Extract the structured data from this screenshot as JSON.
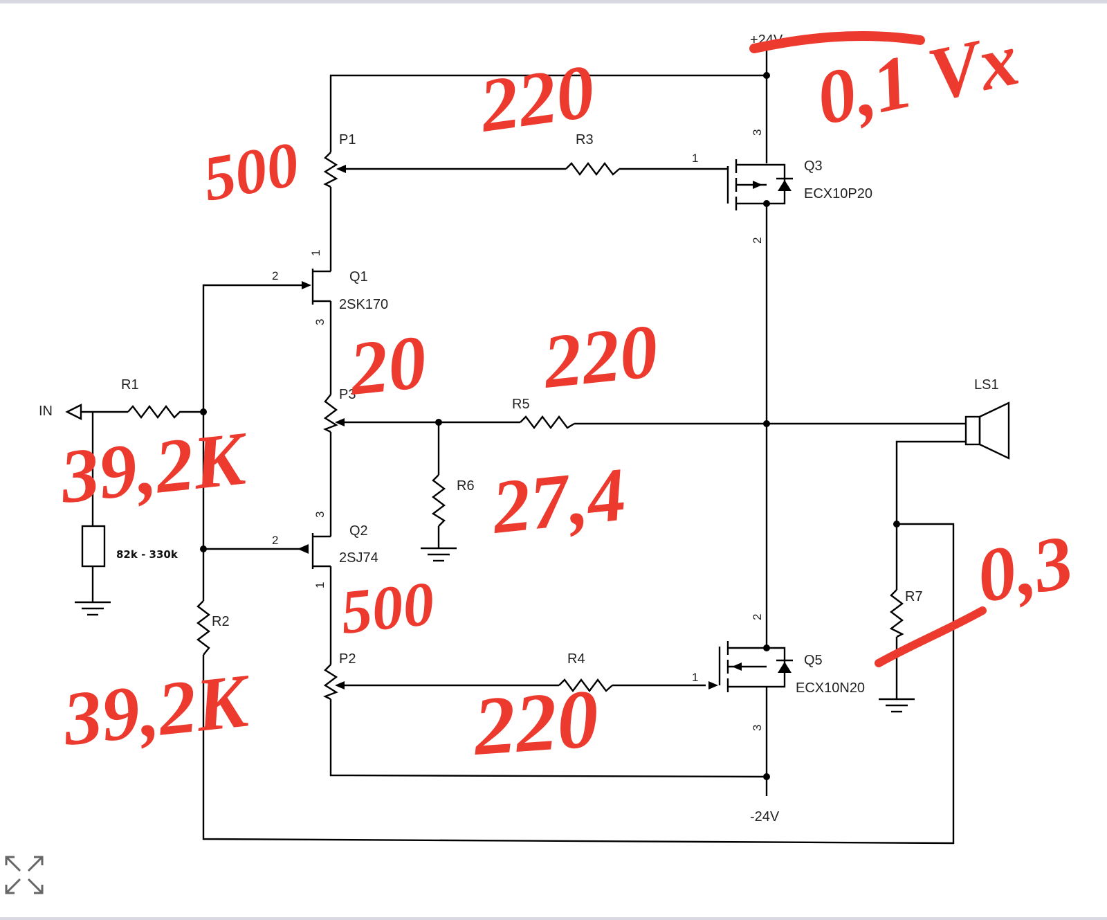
{
  "supply": {
    "positive": "+24V",
    "negative": "-24V"
  },
  "components": {
    "in": "IN",
    "r1": "R1",
    "r2": "R2",
    "r3": "R3",
    "r4": "R4",
    "r5": "R5",
    "r6": "R6",
    "r7": "R7",
    "p1": "P1",
    "p2": "P2",
    "p3": "P3",
    "q1": "Q1",
    "q1_part": "2SK170",
    "q2": "Q2",
    "q2_part": "2SJ74",
    "q3": "Q3",
    "q3_part": "ECX10P20",
    "q5": "Q5",
    "q5_part": "ECX10N20",
    "ls1": "LS1",
    "input_resistor_note": "82k - 330k"
  },
  "pins": {
    "q1_drain": "1",
    "q1_gate": "2",
    "q1_source": "3",
    "q2_source": "3",
    "q2_gate": "2",
    "q2_drain": "1",
    "q3_gate": "1",
    "q3_source": "3",
    "q3_drain": "2",
    "q5_gate": "1",
    "q5_drain": "2",
    "q5_source": "3"
  },
  "annotations": {
    "r3_value": "220",
    "p1_value": "500",
    "q3_current": "0,1 Vx",
    "p3_value": "20",
    "r5_value": "220",
    "r1_value": "39,2K",
    "r6_value": "27,4",
    "p2_value": "500",
    "r2_value": "39,2K",
    "r4_value": "220",
    "r7_value": "0,3"
  },
  "icons": {
    "expand": "expand-icon"
  }
}
